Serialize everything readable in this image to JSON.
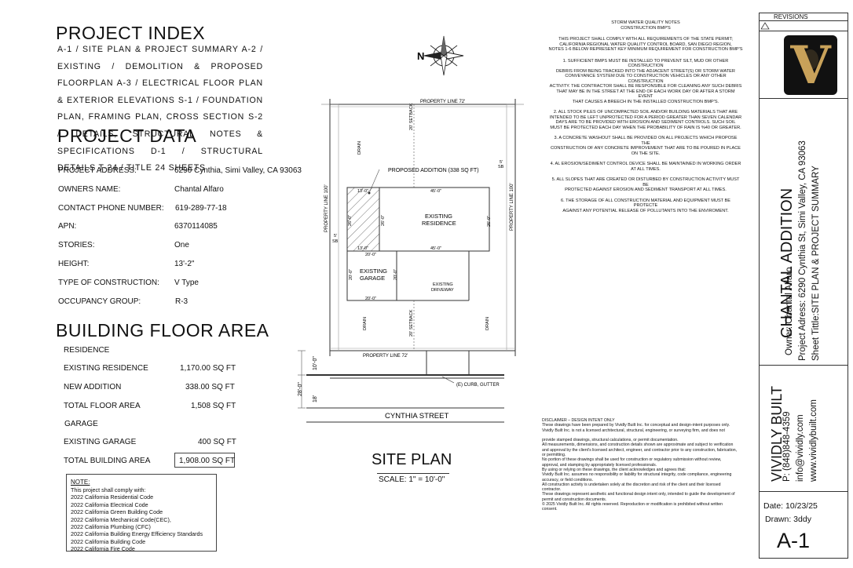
{
  "project_index": {
    "title": "PROJECT INDEX",
    "text": "A-1 / SITE PLAN & PROJECT SUMMARY A-2 / EXISTING / DEMOLITION & PROPOSED FLOORPLAN A-3 / ELECTRICAL FLOOR PLAN & EXTERIOR ELEVATIONS S-1 / FOUNDATION PLAN, FRAMING PLAN, CROSS SECTION S-2 / DETAILS, STRUCTURAL NOTES & SPECIFICATIONS D-1 / STRUCTURAL DETAILS T-24 / TITLE 24 SHEETS"
  },
  "project_data": {
    "title": "PROJECT DATA",
    "rows": [
      {
        "label": "PROJECT ADDRESS:",
        "value": "6290 Cynthia, Simi Valley, CA 93063"
      },
      {
        "label": "OWNERS NAME:",
        "value": "Chantal Alfaro"
      },
      {
        "label": "CONTACT PHONE NUMBER:",
        "value": "619-289-77-18"
      },
      {
        "label": "APN:",
        "value": "6370114085"
      },
      {
        "label": "STORIES:",
        "value": "One"
      },
      {
        "label": "HEIGHT:",
        "value": "13'-2\""
      },
      {
        "label": "TYPE OF CONSTRUCTION:",
        "value": "V Type"
      },
      {
        "label": "OCCUPANCY GROUP:",
        "value": "R-3"
      }
    ]
  },
  "floor_area": {
    "title": "BUILDING FLOOR AREA",
    "residence_header": "RESIDENCE",
    "existing_residence": {
      "label": "EXISTING RESIDENCE",
      "value": "1,170.00 SQ FT"
    },
    "new_addition": {
      "label": "NEW ADDITION",
      "value": "338.00 SQ FT"
    },
    "total_floor": {
      "label": "TOTAL FLOOR AREA",
      "value": "1,508 SQ FT"
    },
    "garage_header": "GARAGE",
    "existing_garage": {
      "label": "EXISTING GARAGE",
      "value": "400 SQ FT"
    },
    "total_building": {
      "label": "TOTAL BUILDING AREA",
      "value": "1,908.00 SQ FT"
    }
  },
  "code_note": {
    "title": "NOTE:",
    "lines": [
      "This project shall comply with:",
      "2022 California Residential Code",
      "2022 California Electrical Code",
      "2022 California Green Building Code",
      "2022 California Mechanical Code(CEC),",
      "2022 California Plumbing (CFC)",
      "2022 California Building Energy Efficiency Standards",
      "2022 California Building Code",
      "2022 California Fire Code"
    ]
  },
  "site_plan": {
    "title": "SITE PLAN",
    "scale": "SCALE: 1\" = 10'-0\"",
    "property_line_top": "PROPERTY LINE 72'",
    "property_line_bottom": "PROPERTY LINE 72'",
    "property_line_left": "PROPERTY LINE 100'",
    "property_line_right": "PROPERTY LINE 100'",
    "setback_top": "20' SETBACK",
    "setback_bottom": "20' SETBACK",
    "sb_left_dim": "5'",
    "sb_left": "SB",
    "sb_right_dim": "5'",
    "sb_right": "SB",
    "drain": "DRAIN",
    "proposed_addition": "PROPOSED ADDITION (338 SQ FT)",
    "existing_residence": [
      "EXISTING",
      "RESIDENCE"
    ],
    "existing_garage": [
      "EXISTING",
      "GARAGE"
    ],
    "existing_driveway": [
      "EXISTING",
      "DRIVEWAY"
    ],
    "dim_13": "13'-0\"",
    "dim_45": "45'-0\"",
    "dim_26": "26'-0\"",
    "dim_20": "20'-0\"",
    "dim_10": "10'-0\"",
    "dim_28": "28'-0\"",
    "dim_18": "18'",
    "curb": "(E) CURB, GUTTER",
    "street": "CYNTHIA STREET",
    "north": "N"
  },
  "bmp": {
    "title1": "STORM WATER QUALITY NOTES",
    "title2": "CONSTRUCTION BMP'S",
    "intro": [
      "THIS PROJECT SHALL COMPLY WITH ALL REQUIREMENTS OF THE STATE PERMIT;",
      "CALIFORNIA REGIONAL WATER QUALITY CONTROL BOARD, SAN DIEGO REGION,",
      "NOTES 1-6 BELOW REPRESENT KEY MINIMUM REQUIREMENT FOR CONSTRUCTION BMP'S"
    ],
    "notes": [
      [
        "1.      SUFFICIENT BMPS MUST BE INSTALLED TO PREVENT SILT, MUD OR OTHER",
        "CONSTRUCTION",
        "DEBRIS FROM BEING TRACKED INTO THE ADJACENT STREET(S) OR STORM WATER",
        "CONVEYANCE SYSTEM DUE TO CONSTRUCTION VEHICLES OR ANY OTHER",
        "CONSTRUCTION",
        "ACTIVITY. THE CONTRACTOR SHALL BE RESPONSIBLE FOR CLEANING ANY SUCH DEBRIS",
        "THAT MAY BE IN THE STREET AT THE END OF EACH WORK DAY OR AFTER A STORM",
        "EVENT",
        "THAT CAUSES A BREECH IN THE INSTALLED CONSTRUCTION BMP'S."
      ],
      [
        "2.      ALL STOCK PILES OF UNCOMPACTED SOIL AND/OR BUILDING MATERIALS THAT ARE",
        "INTENDED TO BE LEFT UNPROTECTED FOR A PERIOD GREATER THAN SEVEN CALENDAR",
        "DAYS ARE TO BE PROVIDED WITH EROSION AND SEDIMENT CONTROLS. SUCH SOIL",
        "MUST BE PROTECTED EACH DAY WHEN THE PROBABILITY OF RAIN IS %40 OR GREATER."
      ],
      [
        "3.      A CONCRETE WASHOUT SHALL BE PROVIDED ON ALL PROJECTS WHICH PROPOSE",
        "THE",
        "CONSTRUCTION OF ANY CONCRETE IMPROVEMENT THAT ARE TO BE POURED IN PLACE",
        "ON THE SITE."
      ],
      [
        "4.      AL EROSION/SEDIMENT CONTROL DEVICE SHALL BE MAINTAINED IN WORKING ORDER",
        "AT ALL TIMES."
      ],
      [
        "5.      ALL SLOPES THAT ARE CREATED OR DISTURBED BY CONSTRUCTION ACTIVITY MUST",
        "BE",
        "PROTECTED AGAINST EROSION AND SEDIMENT TRANSPORT AT ALL TIMES."
      ],
      [
        "6.      THE STORAGE OF ALL CONSTRUCTION MATERIAL AND EQUIPMENT MUST BE",
        "PROTECTE",
        "AGAINST ANY POTENTIAL RELEASE OF POLLUTANTS INTO THE ENVIROMENT."
      ]
    ]
  },
  "disclaimer": {
    "lines": [
      "DISCLAIMER – DESIGN INTENT ONLY",
      "These drawings have been prepared by Vividly Built Inc. for conceptual and design-intent purposes only.",
      "Vividly Built Inc. is not a licensed architectural, structural, engineering, or surveying firm, and does not",
      "",
      "provide stamped drawings, structural calculations, or permit documentation.",
      "All measurements, dimensions, and construction details shown are approximate and subject to verification",
      "and approval by the client's licensed architect, engineer, and contractor prior to any construction, fabrication,",
      "or permitting.",
      "No portion of these drawings shall be used for construction or regulatory submission without review,",
      "approval, and stamping by appropriately licensed professionals.",
      "By using or relying on these drawings, the client acknowledges and agrees that:",
      "Vividly Built Inc. assumes no responsibility or liability for structural integrity, code compliance, engineering",
      "accuracy, or field conditions.",
      "All construction activity is undertaken solely at the discretion and risk of the client and their licensed",
      "contractor.",
      "These drawings represent aesthetic and functional design intent only, intended to guide the development of",
      "permit and construction documents.",
      "© 2025 Vividly Built Inc. All rights reserved. Reproduction or modification is prohibited without written",
      "consent."
    ]
  },
  "title_block": {
    "revisions": "REVISIONS",
    "logo_letter": "V",
    "project_name": "CHANTAL ADDITION",
    "owner": "Owner: Chantal Alfaro",
    "address": "Project Adress: 6290 Cynthia St, Simi Valley, CA 93063",
    "sheet_title": "Sheet Tittle:SITE PLAN & PROJECT SUMMARY",
    "company": "VIVIDLY BUILT",
    "phone": "P: (848)848-4359",
    "email": "info@vividly.com",
    "web": "www.vividlybuilt.com",
    "date": "Date: 10/23/25",
    "drawn": "Drawn: 3ddy",
    "sheet_number": "A-1"
  }
}
